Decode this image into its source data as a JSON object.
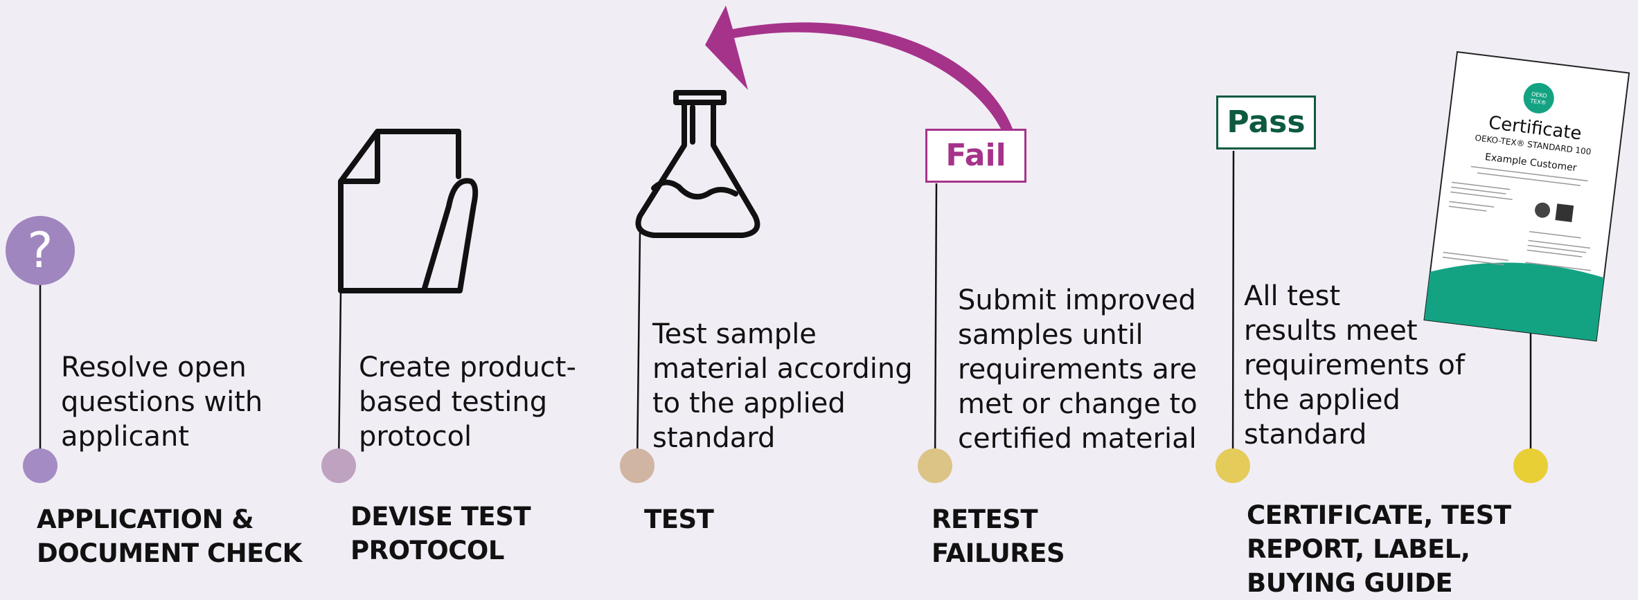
{
  "steps": [
    {
      "label": "APPLICATION &\nDOCUMENT CHECK",
      "description": "Resolve open\nquestions with\napplicant",
      "icon": "question-mark-icon"
    },
    {
      "label": "DEVISE TEST\nPROTOCOL",
      "description": "Create product-\nbased testing\nprotocol",
      "icon": "document-pen-icon"
    },
    {
      "label": "TEST",
      "description": "Test sample\nmaterial according\nto the applied\nstandard",
      "icon": "flask-icon"
    },
    {
      "label": "RETEST\nFAILURES",
      "description": "Submit improved\nsamples until\nrequirements are\nmet or change to\ncertified material",
      "icon": "fail-box"
    },
    {
      "label": "CERTIFICATE, TEST\nREPORT, LABEL,\nBUYING GUIDE",
      "description": "All test\nresults meet\nrequirements of\nthe applied\nstandard",
      "icon": "pass-box"
    }
  ],
  "icons": {
    "question": "?"
  },
  "status": {
    "fail": "Fail",
    "pass": "Pass"
  },
  "certificate": {
    "title": "Certificate",
    "subtitle": "OEKO-TEX® STANDARD 100",
    "customer": "Example Customer",
    "logo": "OEKO\nTEX®"
  },
  "colors": {
    "background": "#f1edf5",
    "timeline_start": "#a48bc4",
    "timeline_mid": "#ccb5a0",
    "timeline_end": "#e8cf35",
    "fail": "#a5338a",
    "pass": "#0d5a3f",
    "arrow": "#a5338a",
    "certificate_accent": "#13a383"
  }
}
